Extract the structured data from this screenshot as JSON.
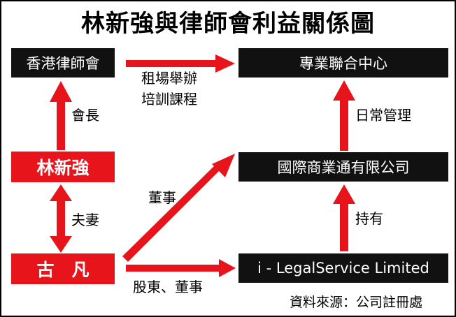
{
  "title": "林新強與律師會利益關係圖",
  "nodes": {
    "law_society": "香港律師會",
    "professional_centre": "專業聯合中心",
    "lam": "林新強",
    "intl_company": "國際商業通有限公司",
    "kufan": "古　凡",
    "legalservice": "i - LegalService Limited"
  },
  "edges": {
    "rent_venue_line1": "租場舉辦",
    "rent_venue_line2": "培訓課程",
    "president": "會長",
    "spouse": "夫妻",
    "director": "董事",
    "daily_management": "日常管理",
    "holds": "持有",
    "shareholder_director": "股東、董事"
  },
  "source": "資料來源：公司註冊處",
  "colors": {
    "red": "#e8141b",
    "box_black": "#111111"
  }
}
